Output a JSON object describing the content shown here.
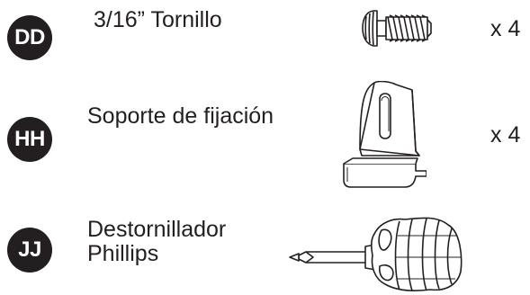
{
  "parts": [
    {
      "code": "DD",
      "name": "3/16” Tornillo",
      "quantity": "x 4",
      "icon": "screw-icon"
    },
    {
      "code": "HH",
      "name": "Soporte de fijación",
      "quantity": "x 4",
      "icon": "mounting-bracket-icon"
    },
    {
      "code": "JJ",
      "name": "Destornillador Phillips",
      "quantity": "",
      "icon": "phillips-screwdriver-icon"
    }
  ]
}
